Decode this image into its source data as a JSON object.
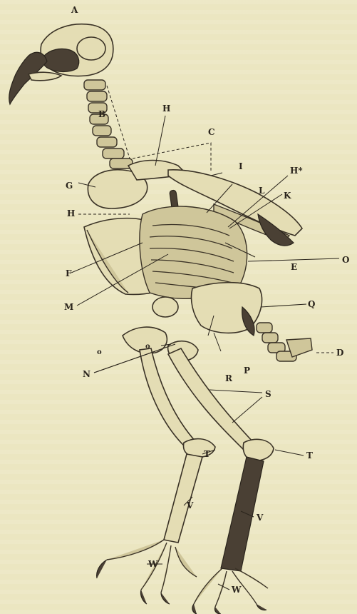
{
  "labels": {
    "A": "A",
    "B": "B",
    "C": "C",
    "D": "D",
    "E": "E",
    "F": "F",
    "G": "G",
    "H_top": "H",
    "H_left": "H",
    "H_star": "H*",
    "I": "I",
    "K": "K",
    "L": "L",
    "M": "M",
    "N": "N",
    "O_right": "O",
    "o_left": "o",
    "o_mid": "o",
    "P": "P",
    "Q": "Q",
    "R": "R",
    "S": "S",
    "T_left": "T",
    "T_right": "T",
    "V_left": "V",
    "V_right": "V",
    "W_left": "W",
    "W_right": "W"
  }
}
